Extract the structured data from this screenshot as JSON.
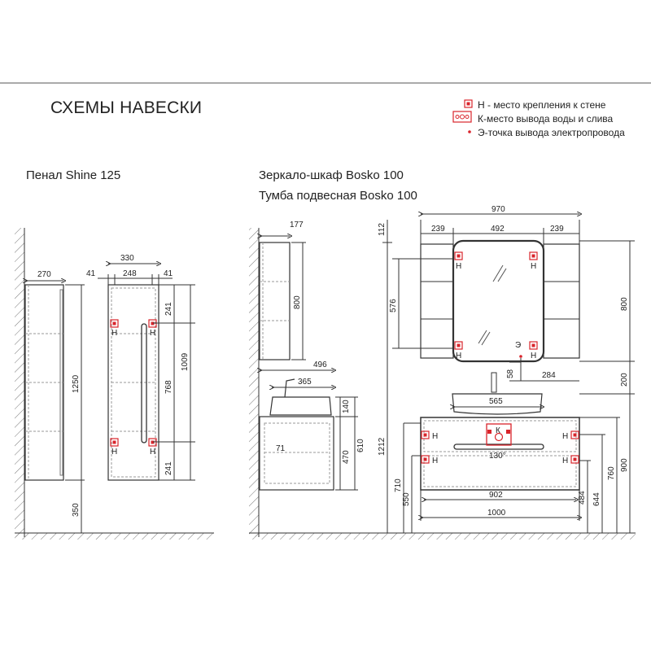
{
  "title": "СХЕМЫ НАВЕСКИ",
  "legend": {
    "h": "Н - место крепления к стене",
    "k": "К-место вывода воды и слива",
    "e": "Э-точка вывода электропровода"
  },
  "captions": {
    "penal": "Пенал Shine 125",
    "mirror": "Зеркало-шкаф Bosko 100",
    "cabinet": "Тумба подвесная Bosko 100"
  },
  "marks": {
    "h": "Н",
    "k": "К",
    "e": "Э"
  },
  "dims": {
    "p_270": "270",
    "p_1250": "1250",
    "p_350": "350",
    "p_330": "330",
    "p_41a": "41",
    "p_248": "248",
    "p_41b": "41",
    "p_241a": "241",
    "p_1009": "1009",
    "p_768": "768",
    "p_241b": "241",
    "m_177": "177",
    "m_800": "800",
    "m_496": "496",
    "m_365": "365",
    "m_140": "140",
    "m_610": "610",
    "m_470": "470",
    "m_71": "71",
    "m_1212": "1212",
    "f_970": "970",
    "f_239a": "239",
    "f_492": "492",
    "f_239b": "239",
    "f_112": "112",
    "f_576": "576",
    "f_800": "800",
    "f_58": "58",
    "f_284": "284",
    "f_200": "200",
    "f_565": "565",
    "f_130": "130°",
    "f_710": "710",
    "f_550": "550",
    "f_902": "902",
    "f_1000": "1000",
    "f_484": "484",
    "f_644": "644",
    "f_760": "760",
    "f_900": "900"
  },
  "colors": {
    "line": "#333333",
    "marker": "#d9242b",
    "hatch": "#666666"
  }
}
